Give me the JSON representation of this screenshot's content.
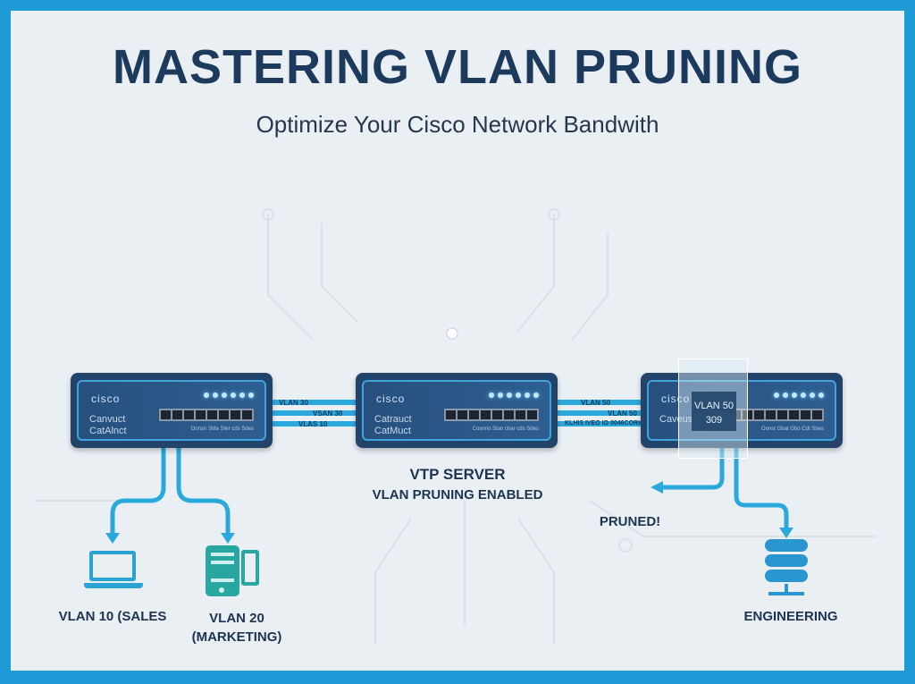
{
  "header": {
    "title": "MASTERING VLAN PRUNING",
    "subtitle": "Optimize Your Cisco Network Bandwith"
  },
  "colors": {
    "border": "#1e9bd7",
    "background": "#eaeff4",
    "title": "#1b3a5c",
    "cable": "#2aa8dc",
    "switch": "#22446b",
    "device": "#2aa6a0"
  },
  "switches": [
    {
      "logo": "cisco",
      "model_line1": "Canvuct",
      "model_line2": "CatAlnct",
      "port_label": "Oonsn Stite Ster cds  Sdes"
    },
    {
      "logo": "cisco",
      "model_line1": "Catrauct",
      "model_line2": "CatMuct",
      "port_label": "Cosnno Stan char cds  Sdes"
    },
    {
      "logo": "cisco",
      "model_line1": "Caveus",
      "model_line2": "",
      "port_label": "Oonst Gbat Gbo Cdt  Sbes",
      "overlay_label_1": "VLAN 50",
      "overlay_label_2": "309"
    }
  ],
  "cables": {
    "left": [
      "VLAN 30",
      "VSAN 30",
      "VLAS 10"
    ],
    "right": [
      "VLAN 50",
      "VLAN 50",
      "KLHIS IVEO IO 0046CORIO"
    ]
  },
  "labels": {
    "vtp_server": "VTP SERVER",
    "pruning": "VLAN PRUNING ENABLED",
    "pruned": "PRUNED!",
    "vlan10": "VLAN 10 (SALES",
    "vlan20_line1": "VLAN 20",
    "vlan20_line2": "(MARKETING)",
    "engineering": "ENGINEERING"
  },
  "icons": {
    "sales": "laptop-icon",
    "marketing": "mobile-devices-icon",
    "engineering": "server-database-icon"
  }
}
